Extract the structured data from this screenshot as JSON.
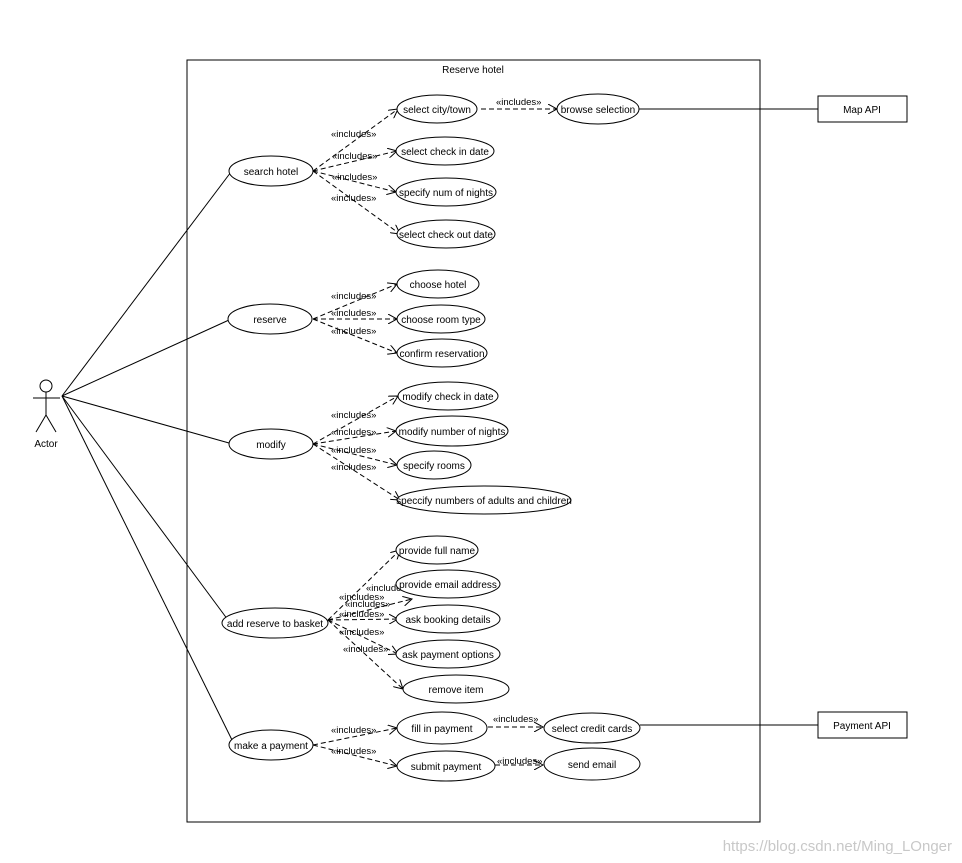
{
  "system": {
    "title": "Reserve hotel"
  },
  "actor": {
    "label": "Actor"
  },
  "external_systems": {
    "map_api": "Map API",
    "payment_api": "Payment API"
  },
  "include_label": "«includes»",
  "use_cases": {
    "search_hotel": "search hotel",
    "select_city": "select city/town",
    "browse_selection": "browse selection",
    "select_check_in": "select check in date",
    "specify_nights": "specify num of nights",
    "select_check_out": "select check out date",
    "reserve": "reserve",
    "choose_hotel": "choose hotel",
    "choose_room_type": "choose room type",
    "confirm_reservation": "confirm reservation",
    "modify": "modify",
    "modify_check_in": "modify check in date",
    "modify_nights": "modify number of nights",
    "specify_rooms": "specify rooms",
    "specify_adults_children": "speccify numbers of adults and children",
    "add_to_basket": "add reserve to basket",
    "provide_full_name": "provide full name",
    "provide_email": "provide email address",
    "ask_booking_details": "ask booking details",
    "ask_payment_options": "ask payment options",
    "remove_item": "remove item",
    "make_payment": "make a payment",
    "fill_in_payment": "fill in payment",
    "select_credit_cards": "select credit cards",
    "submit_payment": "submit payment",
    "send_email": "send email"
  },
  "watermark": "https://blog.csdn.net/Ming_LOnger"
}
